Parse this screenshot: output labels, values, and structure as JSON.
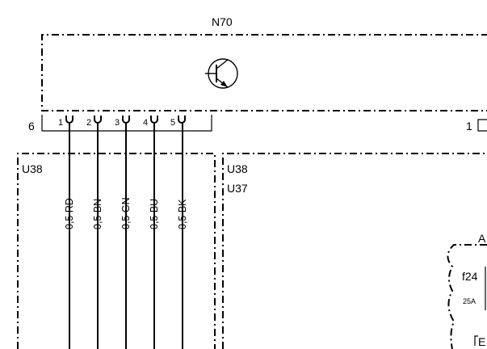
{
  "component_label": "N70",
  "connector": {
    "left_number": "6",
    "right_number": "1"
  },
  "pins": [
    {
      "number": "1",
      "wire": "0,5 RD"
    },
    {
      "number": "2",
      "wire": "0,5 BN"
    },
    {
      "number": "3",
      "wire": "0,5 GN"
    },
    {
      "number": "4",
      "wire": "0,5 BU"
    },
    {
      "number": "5",
      "wire": "0,5 BK"
    }
  ],
  "left_block": {
    "label": "U38"
  },
  "right_block": {
    "labels": [
      "U38",
      "U37"
    ]
  },
  "fuse": {
    "terminal_top": "A",
    "name": "f24",
    "rating": "25A",
    "terminal_bottom": "E"
  },
  "icons": [
    "transistor-icon"
  ]
}
